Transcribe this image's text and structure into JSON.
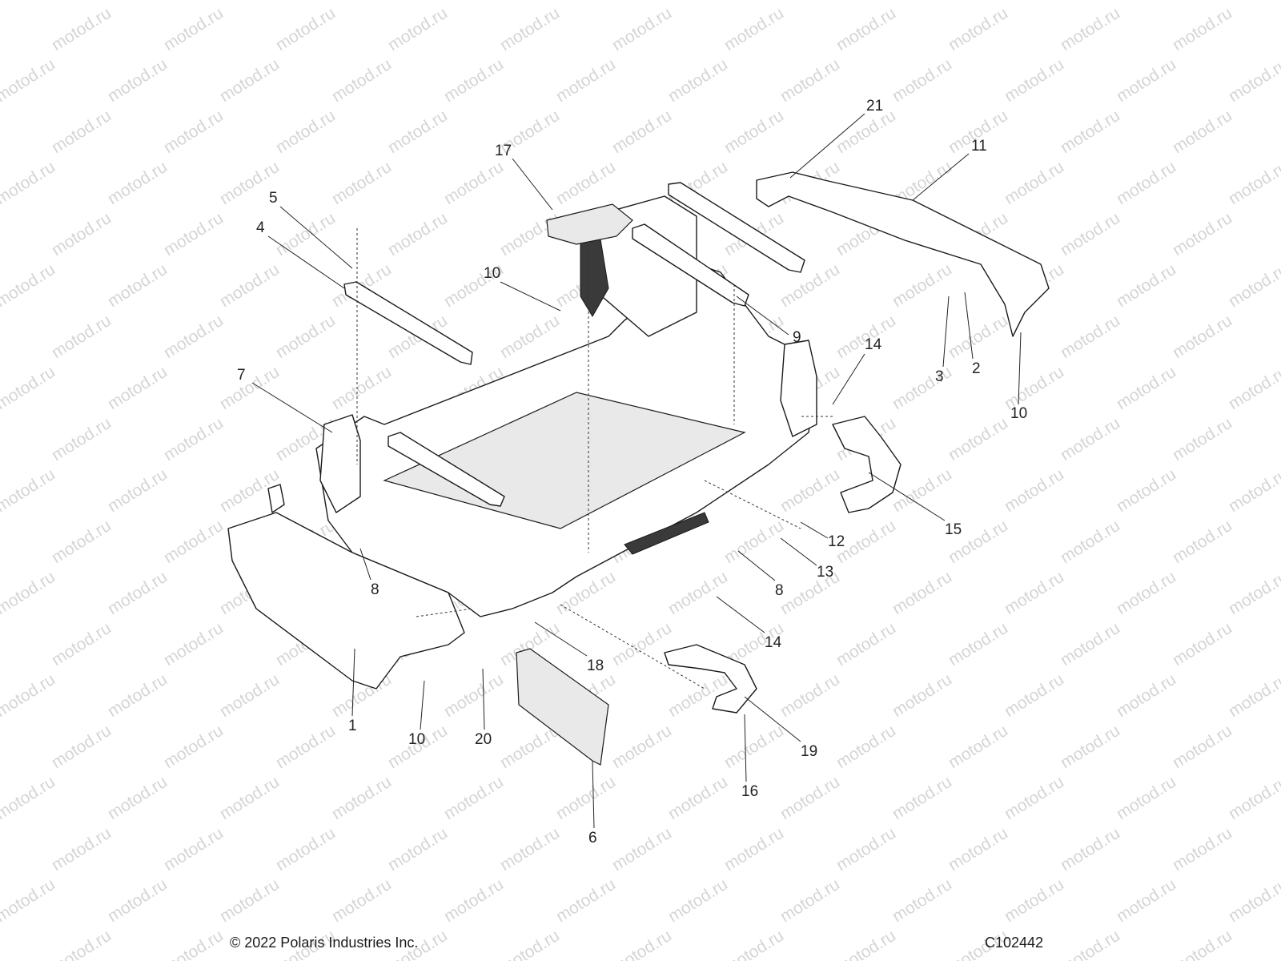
{
  "watermark": "motod.ru",
  "footer": {
    "copyright": "© 2022 Polaris Industries Inc.",
    "drawing_number": "C102442"
  },
  "callouts": [
    "21",
    "11",
    "17",
    "5",
    "4",
    "10",
    "9",
    "3",
    "2",
    "10",
    "14",
    "7",
    "15",
    "12",
    "13",
    "8",
    "8",
    "14",
    "18",
    "1",
    "10",
    "20",
    "19",
    "16",
    "6"
  ]
}
